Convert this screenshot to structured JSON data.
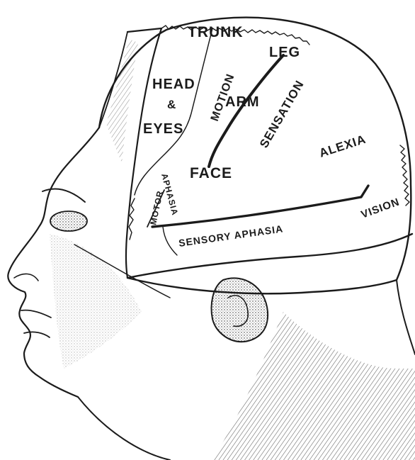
{
  "diagram": {
    "labels": {
      "trunk": "TRUNK",
      "leg": "LEG",
      "head": "HEAD",
      "ampersand": "&",
      "eyes": "EYES",
      "motion": "MOTION",
      "arm": "ARM",
      "sensation": "SENSATION",
      "alexia": "ALEXIA",
      "face": "FACE",
      "aphasia": "APHASIA",
      "motor": "MOTOR",
      "vision": "VISION",
      "sensory_aphasia": "SENSORY APHASIA"
    },
    "colors": {
      "ink": "#1b1b1b",
      "paper": "#ffffff"
    }
  }
}
